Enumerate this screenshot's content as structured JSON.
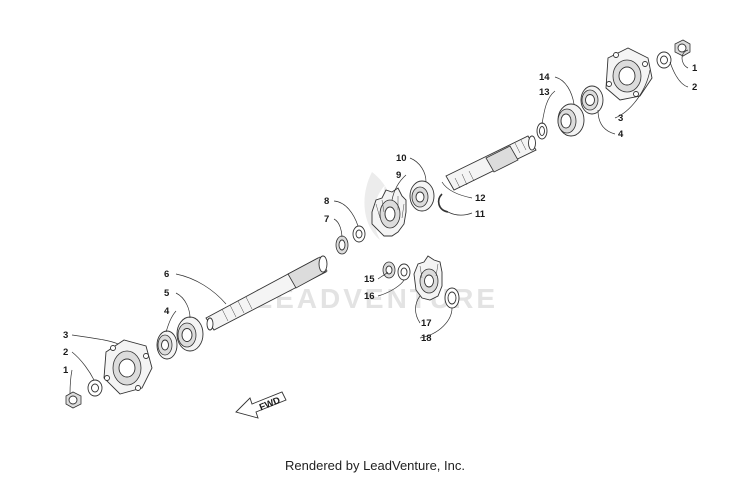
{
  "watermark": "LEADVENTURE",
  "fwd_label": "FWD",
  "footer": "Rendered by LeadVenture, Inc.",
  "callouts": {
    "c1_top": "1",
    "c2_top": "2",
    "c3_top": "3",
    "c4_top": "4",
    "c14": "14",
    "c13": "13",
    "c10": "10",
    "c9": "9",
    "c12": "12",
    "c11": "11",
    "c8": "8",
    "c7": "7",
    "c6": "6",
    "c5": "5",
    "c4_low": "4",
    "c3_low": "3",
    "c2_low": "2",
    "c1_low": "1",
    "c15": "15",
    "c16": "16",
    "c17": "17",
    "c18": "18"
  }
}
